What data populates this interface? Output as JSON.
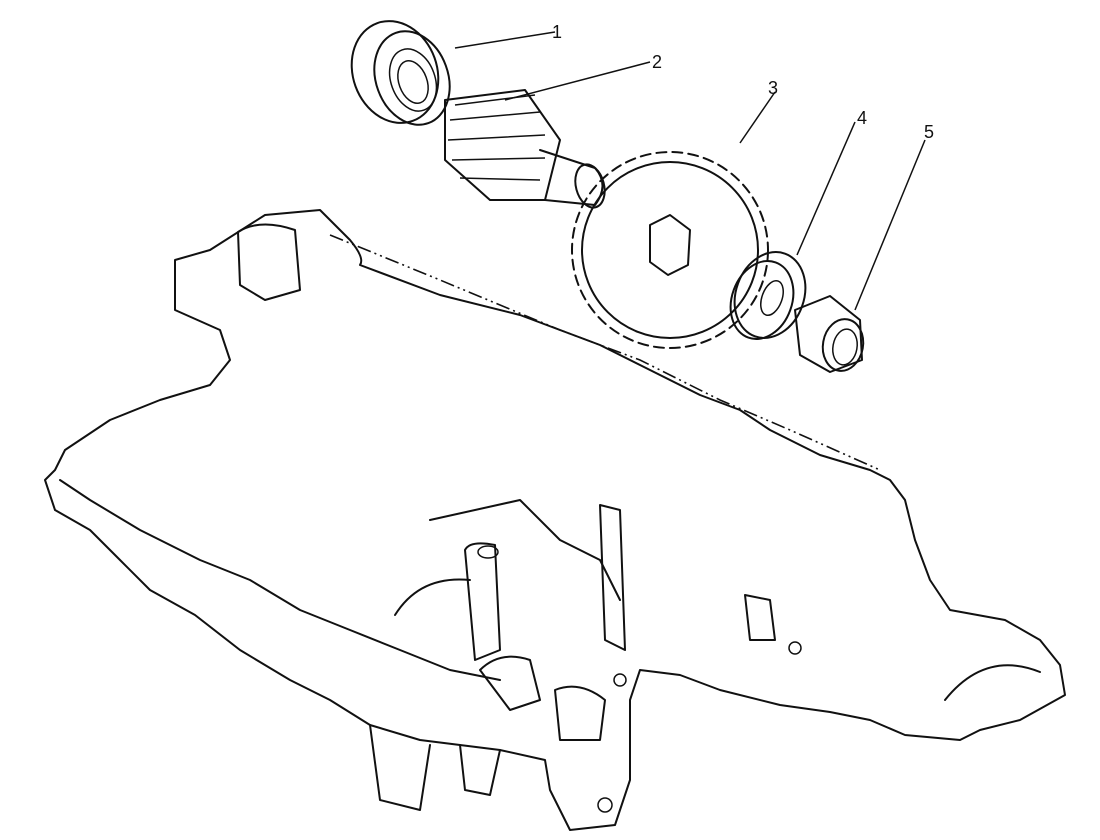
{
  "diagram": {
    "type": "exploded-view",
    "subject": "crankcase with gear assembly",
    "callouts": [
      {
        "id": 1,
        "label": "1",
        "part": "bearing"
      },
      {
        "id": 2,
        "label": "2",
        "part": "pinion gear shaft"
      },
      {
        "id": 3,
        "label": "3",
        "part": "sprocket gear"
      },
      {
        "id": 4,
        "label": "4",
        "part": "washer"
      },
      {
        "id": 5,
        "label": "5",
        "part": "nut"
      }
    ]
  }
}
